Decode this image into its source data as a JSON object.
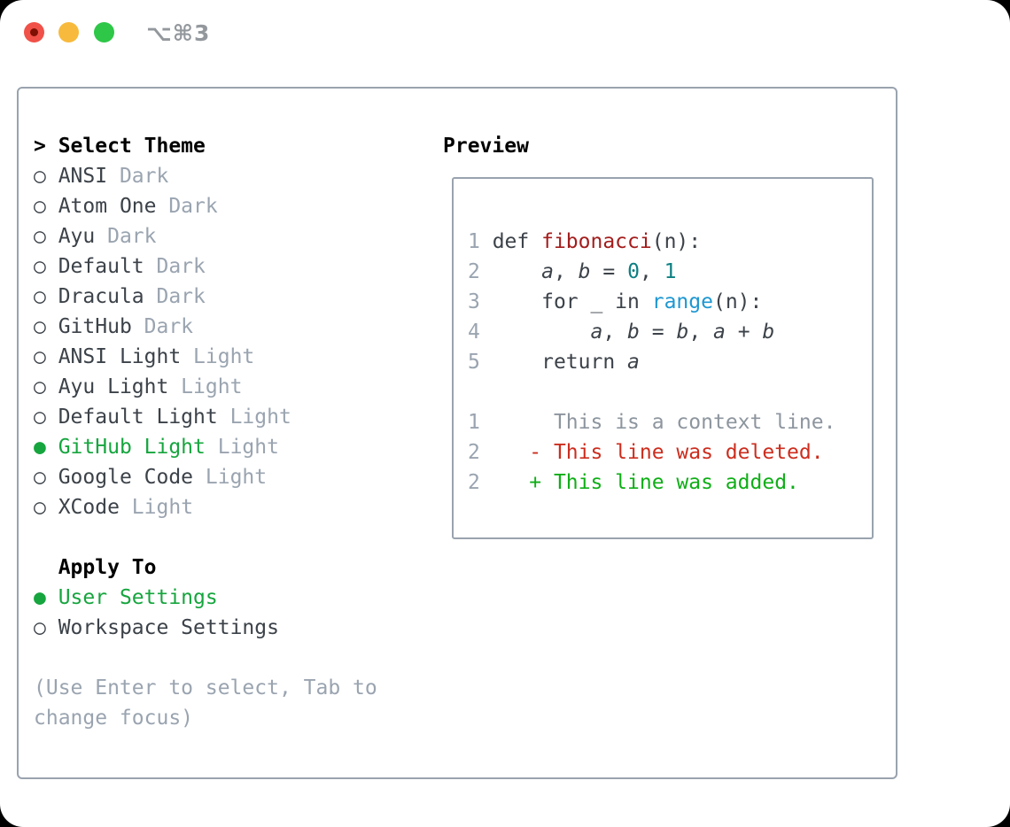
{
  "titlebar": {
    "title": "⌥⌘3",
    "buttons": [
      "close",
      "minimize",
      "zoom"
    ]
  },
  "colors": {
    "traffic_red": "#f05148",
    "traffic_red_dot": "#7e1004",
    "traffic_yellow": "#f8ba3c",
    "traffic_green": "#2ec748",
    "title_gray": "#93989d",
    "border_gray": "#99a3ae",
    "text_dark": "#3c4249",
    "text_muted": "#9aa4b0",
    "accent_green": "#16a53e",
    "func_red": "#a31d1d",
    "number_teal": "#0d7f82",
    "builtin_blue": "#1e97d1",
    "ctx_gray": "#8d959e",
    "diff_del_red": "#cc2d1e",
    "diff_add_green": "#0fae17"
  },
  "theme_picker": {
    "header_marker": ">",
    "header": "Select Theme",
    "unselected_marker": "○",
    "selected_marker": "●",
    "items": [
      {
        "name": "ANSI",
        "tag": "Dark",
        "selected": false
      },
      {
        "name": "Atom One",
        "tag": "Dark",
        "selected": false
      },
      {
        "name": "Ayu",
        "tag": "Dark",
        "selected": false
      },
      {
        "name": "Default",
        "tag": "Dark",
        "selected": false
      },
      {
        "name": "Dracula",
        "tag": "Dark",
        "selected": false
      },
      {
        "name": "GitHub",
        "tag": "Dark",
        "selected": false
      },
      {
        "name": "ANSI Light",
        "tag": "Light",
        "selected": false
      },
      {
        "name": "Ayu Light",
        "tag": "Light",
        "selected": false
      },
      {
        "name": "Default Light",
        "tag": "Light",
        "selected": false
      },
      {
        "name": "GitHub Light",
        "tag": "Light",
        "selected": true
      },
      {
        "name": "Google Code",
        "tag": "Light",
        "selected": false
      },
      {
        "name": "XCode",
        "tag": "Light",
        "selected": false
      }
    ]
  },
  "apply_to": {
    "header": "Apply To",
    "options": [
      {
        "name": "User Settings",
        "selected": true
      },
      {
        "name": "Workspace Settings",
        "selected": false
      }
    ]
  },
  "footer_lines": [
    "(Use Enter to select, Tab to",
    "change focus)"
  ],
  "preview": {
    "header": "Preview",
    "code_lines": [
      [
        {
          "t": "1 ",
          "c": "lineno"
        },
        {
          "t": "def ",
          "c": "code"
        },
        {
          "t": "fibonacci",
          "c": "func"
        },
        {
          "t": "(n):",
          "c": "code"
        }
      ],
      [
        {
          "t": "2",
          "c": "lineno"
        },
        {
          "t": "     ",
          "c": "code"
        },
        {
          "t": "a",
          "c": "code",
          "i": true
        },
        {
          "t": ", ",
          "c": "code"
        },
        {
          "t": "b",
          "c": "code",
          "i": true
        },
        {
          "t": " = ",
          "c": "code"
        },
        {
          "t": "0",
          "c": "num"
        },
        {
          "t": ", ",
          "c": "code"
        },
        {
          "t": "1",
          "c": "num"
        }
      ],
      [
        {
          "t": "3",
          "c": "lineno"
        },
        {
          "t": "     for _ in ",
          "c": "code"
        },
        {
          "t": "range",
          "c": "builtin"
        },
        {
          "t": "(n):",
          "c": "code"
        }
      ],
      [
        {
          "t": "4",
          "c": "lineno"
        },
        {
          "t": "         ",
          "c": "code"
        },
        {
          "t": "a",
          "c": "code",
          "i": true
        },
        {
          "t": ", ",
          "c": "code"
        },
        {
          "t": "b",
          "c": "code",
          "i": true
        },
        {
          "t": " = ",
          "c": "code"
        },
        {
          "t": "b",
          "c": "code",
          "i": true
        },
        {
          "t": ", ",
          "c": "code"
        },
        {
          "t": "a",
          "c": "code",
          "i": true
        },
        {
          "t": " + ",
          "c": "code"
        },
        {
          "t": "b",
          "c": "code",
          "i": true
        }
      ],
      [
        {
          "t": "5",
          "c": "lineno"
        },
        {
          "t": "     return ",
          "c": "code"
        },
        {
          "t": "a",
          "c": "code",
          "i": true
        }
      ],
      [],
      [
        {
          "t": "1",
          "c": "lineno"
        },
        {
          "t": "      ",
          "c": "code"
        },
        {
          "t": "This is a context line.",
          "c": "ctx"
        }
      ],
      [
        {
          "t": "2",
          "c": "lineno"
        },
        {
          "t": "    ",
          "c": "code"
        },
        {
          "t": "- This line was deleted.",
          "c": "del"
        }
      ],
      [
        {
          "t": "2",
          "c": "lineno"
        },
        {
          "t": "    ",
          "c": "code"
        },
        {
          "t": "+ This line was added.",
          "c": "add"
        }
      ]
    ]
  }
}
